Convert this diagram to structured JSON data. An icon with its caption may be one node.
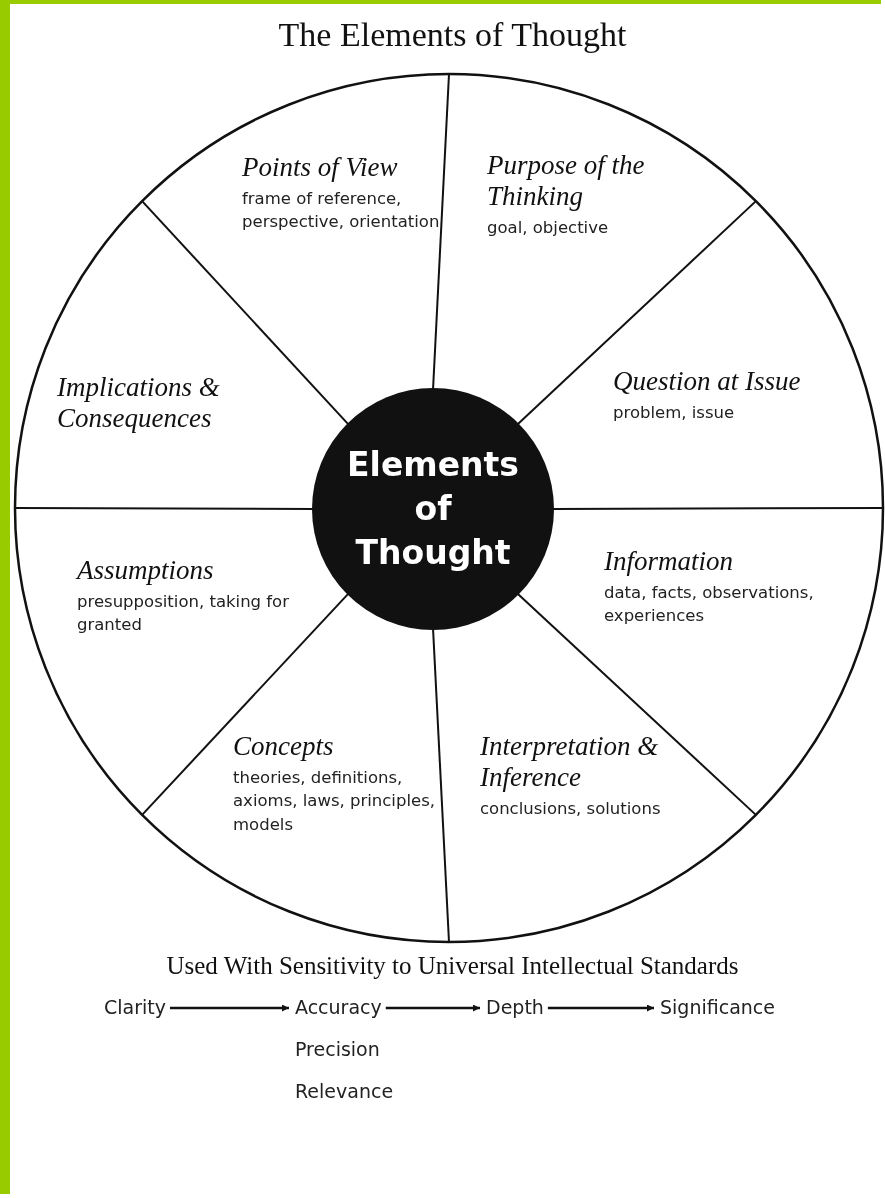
{
  "diagram": {
    "title": "The Elements of Thought",
    "nodes": [
      {
        "text": [
          "Points of View",
          "frame of reference, perspective, orientation"
        ]
      },
      {
        "text": [
          "Purpose of the Thinking",
          "goal, objective"
        ]
      },
      {
        "text": [
          "Question at Issue",
          "problem, issue"
        ]
      },
      {
        "text": [
          "Implications & Consequences"
        ]
      },
      {
        "text": [
          "Assumptions",
          "presupposition, taking for granted"
        ]
      },
      {
        "text": [
          "Information",
          "data, facts, observations, experiences"
        ]
      },
      {
        "text": [
          "Concepts",
          "theories, definitions, axioms, laws, principles, models"
        ]
      },
      {
        "text": [
          "Interpretation & Inference",
          "conclusions, solutions"
        ]
      },
      {
        "text": [
          "Elements of Thought"
        ]
      },
      {
        "text": [
          "Clarity"
        ]
      },
      {
        "text": [
          "Accuracy"
        ]
      },
      {
        "text": [
          "Depth"
        ]
      },
      {
        "text": [
          "Significance"
        ]
      }
    ],
    "edges": [
      {
        "from": 9,
        "to": 10,
        "arrow": "to"
      },
      {
        "from": 10,
        "to": 11,
        "arrow": "to"
      },
      {
        "from": 11,
        "to": 12,
        "arrow": "to"
      }
    ],
    "labels": [
      "Used With Sensitivity to Universal Intellectual Standards",
      "Precision",
      "Relevance"
    ]
  }
}
